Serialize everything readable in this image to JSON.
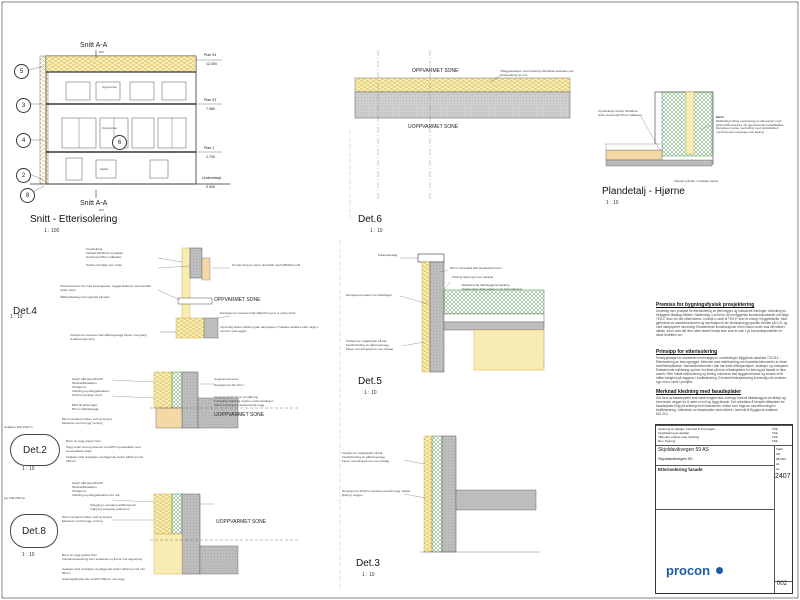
{
  "sections": {
    "main_section": {
      "title": "Snitt - Etterisolering",
      "scale": "1 : 100",
      "top_label": "Snitt A-A",
      "top_label_sub": "001",
      "bottom_label": "Snitt A-A",
      "bottom_label_sub": "001",
      "bubbles": [
        "5",
        "3",
        "4",
        "2",
        "8",
        "6"
      ],
      "levels": [
        {
          "name": "Plan 04",
          "value": "12.000"
        },
        {
          "name": "Plan 03",
          "value": "7.580"
        },
        {
          "name": "Plan 1",
          "value": "2.700"
        },
        {
          "name": "Underetasje",
          "value": "0.000"
        }
      ],
      "rooms": [
        "Oppvarmet",
        "Oppvarmet",
        "Kjeller"
      ]
    },
    "det6": {
      "title": "Det.6",
      "scale": "1 : 10",
      "upper_label": "OPPVARMET SONE",
      "lower_label": "UOPPVARMET SONE",
      "note": "Tilleggsisolasjon med isolering Ulferdelse avsluttes ved bruksendring av rom"
    },
    "plandetalj": {
      "title": "Plandetalj - Hjørne",
      "scale": "1 : 10",
      "note_left": "Krysslekting Vindsp 40x38mm lekter Horisontal 25mm stålpleter",
      "note_right_title": "Merk!",
      "note_right": "Midlertidig lekting med lipping av dampsperr med lekting Må utbedres når gjenværende tiebalbløkket. Dampsperr tettes med tolling med prefabrikkert membran på overgangen før lekting",
      "note_bottom": "Teknisk sylindre i vertikale stopler"
    },
    "det4": {
      "title": "Det.4",
      "scale": "1 : 10",
      "upper_label": "OPPVARMET SONE",
      "notes": [
        "Krysslekting",
        "Vertikal 48x38mm treelekter",
        "Horisontal 25mm stålpleter",
        "Perforert beslag over vindu",
        "Omramming av stens vindusfelt med UPE200 profil",
        "Vindusrammes f.ks med losningsveier, Leggeimidkonst med særskilt under vindu",
        "Sålbenkbeslag med oppbrett på sider",
        "Dampsperre monteres bak stålprofil og tut ut omtig vindu",
        "Innvendig isolert påforing plan dampsperre Tykkelse avklares etter valgt u-verdi for yttervegger",
        "Vindsperre monteres bak påforingsvegg Tapes i overgang vindusomramming"
      ]
    },
    "det5": {
      "title": "Det.5",
      "scale": "1 : 10",
      "notes": [
        "Parapetbeslag",
        "50mm mineralull bak sandwichelement",
        "Tekking føres opp over parapet",
        "Eksisterende takbelegg/overtekking",
        "Nødtemdige tiltak avklares mot brannrådgiver",
        "Dampsperre tapes mot randdrager",
        "Vindsperre i skjøtesider på tak",
        "Festforbinding av påforingsvegg",
        "Tapes mot dampsperre over beslag"
      ]
    },
    "det2": {
      "title": "Det.2",
      "scale": "1 : 10",
      "upper_label": "UOPPVARMET SONE",
      "notes": [
        "Isolert påforing 48x148",
        "Mineralullisolasjon",
        "Vindsperre",
        "Utlekting og tilleggsisolasjon",
        "Perforert beslag i bunn",
        "EPS 40 lektorsgiter",
        "50mm dobbelstegjø",
        "50mm avstand mellom eolf og fenjing",
        "Ekstensiv vel fra bygg i tersing",
        "Bunn av vegg graves frem",
        "Vegg under terreng isoleres med EPS og avdekkes med sementbasert plate",
        "Isolasjon skal overlappe overliggende isolert påforing med 150mm",
        "Uoppvarmet sone i",
        "Dampsperre SD-10m i",
        "Oppleggsprofil i bunn av påforing",
        "Forsegling skjæring mellom murkonstruksjon",
        "Skrue luft-tetting til eksisterende vegg"
      ]
    },
    "det8": {
      "title": "Det.8",
      "scale": "1 : 10",
      "upper_label": "UOPPVARMET SONE",
      "notes": [
        "Isolert påforing 48x148",
        "Mineralullisolasjon",
        "Vindsperre",
        "Utlekting og tilleggsisolasjon lkt. ark.",
        "50mm avstand mellom eolf og fenjing",
        "Ekstensiv vel fra bygg i tersing",
        "Utlegging i overgang avtilkimgrunn",
        "Trapping overgang sokkelmur",
        "Bunn av vegg graves frem",
        "Fundamentisolering som avbøtelse og fronte mot utgravning",
        "Isolasjon skal overlappe overliggende isolert påforing med min. 50mm",
        "Isoleringsbredde bør av EPS 300mm mot vegg"
      ]
    },
    "det3": {
      "title": "Det.3",
      "scale": "1 : 10",
      "notes": [
        "Vindsperre i skjøtesider på tak",
        "Festforbinding av påforingsvegg",
        "Tapes mot dampsperre over beslag",
        "Dampsperre SD10m monteres utenpå vegg. Følger kjeling i veggen"
      ]
    },
    "left_edge_notes": [
      "isolasjon 100-150mm",
      "per 200-250mm"
    ]
  },
  "right_panel": {
    "sections": [
      {
        "heading": "Premiss for bygningsfysisk prosjektering",
        "text": "Underlag over prosjekt for etterisolering av yttervegger og fullisolerte lekninger. Utbedring av forliggene tiltaktyg vilkårer. Nødvendig u-verdi for de foreliggende konstruksjonsdeler må følge TEK17 krav om det etterisoleres. Innslipt u-verdi til TEK17 krav ifr energi i byggeteknikk. Med gjennbruk av sandwichelement og seperasjon til lav bindingsvegg oppnås verdien på 0,21 og med dampsperre innvendig. Eksisterende konstruksjoner med vindus under skal det sikkert utfrate, inron nom det ikke være startet hullas krav som er satt. Lys konstruksjonsfelter for disse bedriften om."
      },
      {
        "heading": "Prinsipp for etterisolering",
        "text": "Prinsipplekkjær er utarbeidet med bakgrunn i anbefalinger Byggforsk datablad 723.312 - Etterisolering av betongvegger. Metoden med etterisolering med sandwichelementer er disse bedriftsforpliktelse. Sandwichelementer i dak har bade diffusjonsåpne, isolasjon og vindsperre. Eksisterende lokkføring og krav om tiltak på bruk m/fastsyktlere for betong på fasade er ikke ansett. Etter fulltalt etterisolering og lekting rekvireres fast byggeleveranse og senkes innå målte fuktighet på veggene i kvalitetsrøring. Eventuell tettesjekkering innvendig må vurderes opp mot u-verdi i prosjekt."
      },
      {
        "heading": "Merknad kledning med fasadeplater",
        "text": "Det forut av fasadeplater skal være lengste lakk overlapp barene tiltakshagg ta ventilasje ag beverende vegger for å være en toll og bygg fasade. Det anbefales å benytte stålsplater for fasadeplater fulgt på erfaring med eksisterede i lekter som fulgs av varmekrevringen i kvalitetsrøring. Utførelsen av fasadeplater skal utføres i henhold til Byggforsk datablad 542.210."
      }
    ]
  },
  "title_block": {
    "revisions": [
      {
        "text": "Justering av detalje i henhold til forprosjekt",
        "code": "TAE"
      },
      {
        "text": "Oppdatering av detaljer",
        "code": "TAE"
      },
      {
        "text": "Tilknyttet vinduer etter befaring",
        "code": "TAE"
      },
      {
        "text": "Rev. Tegning",
        "code": "TAE"
      }
    ],
    "client": "Skjoldavikvegen 59 AS",
    "project": "Skjoldavikvegen 59",
    "drawing_title": "Etterisolering fasade",
    "codes": [
      "Sakb",
      "AN",
      "05/18/2",
      "A1",
      "A1"
    ],
    "drawing_number": "2407",
    "sheet": "002",
    "logo": "procon"
  },
  "colors": {
    "insulation": "#f7ecb4",
    "insulation_hatch": "#e9c46a",
    "membrane_green": "#4e9a4e",
    "concrete": "#bdbdbd",
    "wood": "#f2d9a6",
    "line": "#333333",
    "logo_blue": "#1f5aa6"
  }
}
